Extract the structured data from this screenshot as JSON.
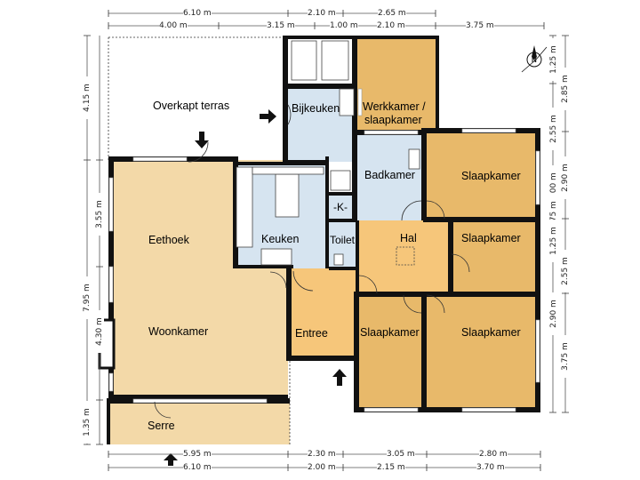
{
  "rooms": {
    "terras": "Overkapt terras",
    "bijkeuken": "Bijkeuken",
    "werkkamer_line1": "Werkkamer /",
    "werkkamer_line2": "slaapkamer",
    "badkamer": "Badkamer",
    "slaapkamer_ne": "Slaapkamer",
    "k_label": "-K-",
    "eethoek": "Eethoek",
    "keuken": "Keuken",
    "toilet": "Toilet",
    "hal": "Hal",
    "slaapkamer_e": "Slaapkamer",
    "woonkamer": "Woonkamer",
    "entree": "Entree",
    "slaapkamer_s1": "Slaapkamer",
    "slaapkamer_s2": "Slaapkamer",
    "serre": "Serre"
  },
  "colors": {
    "living": "#f3d9a8",
    "service": "#d6e4f0",
    "bedroom": "#e8b96a",
    "hall": "#f6c67a",
    "wall": "#111111"
  },
  "dims": {
    "top1": [
      "6.10 m",
      "2.10 m",
      "2.65 m"
    ],
    "top2": [
      "4.00 m",
      "3.15 m",
      "1.00 m",
      "2.10 m",
      "3.75 m"
    ],
    "bottom1": [
      "5.95 m",
      "2.30 m",
      "3.05 m",
      "2.80 m"
    ],
    "bottom2": [
      "6.10 m",
      "2.00 m",
      "2.15 m",
      "3.70 m"
    ],
    "left1": [
      "4.15 m",
      "7.95 m"
    ],
    "left2": [
      "3.55 m",
      "4.30 m",
      "1.35 m"
    ],
    "right1": [
      "1.25 m",
      "2.85 m",
      "2.55 m",
      "2.90 m",
      "1.00 m",
      "0.75 m",
      "1.25 m",
      "2.55 m",
      "2.90 m",
      "3.75 m"
    ]
  }
}
